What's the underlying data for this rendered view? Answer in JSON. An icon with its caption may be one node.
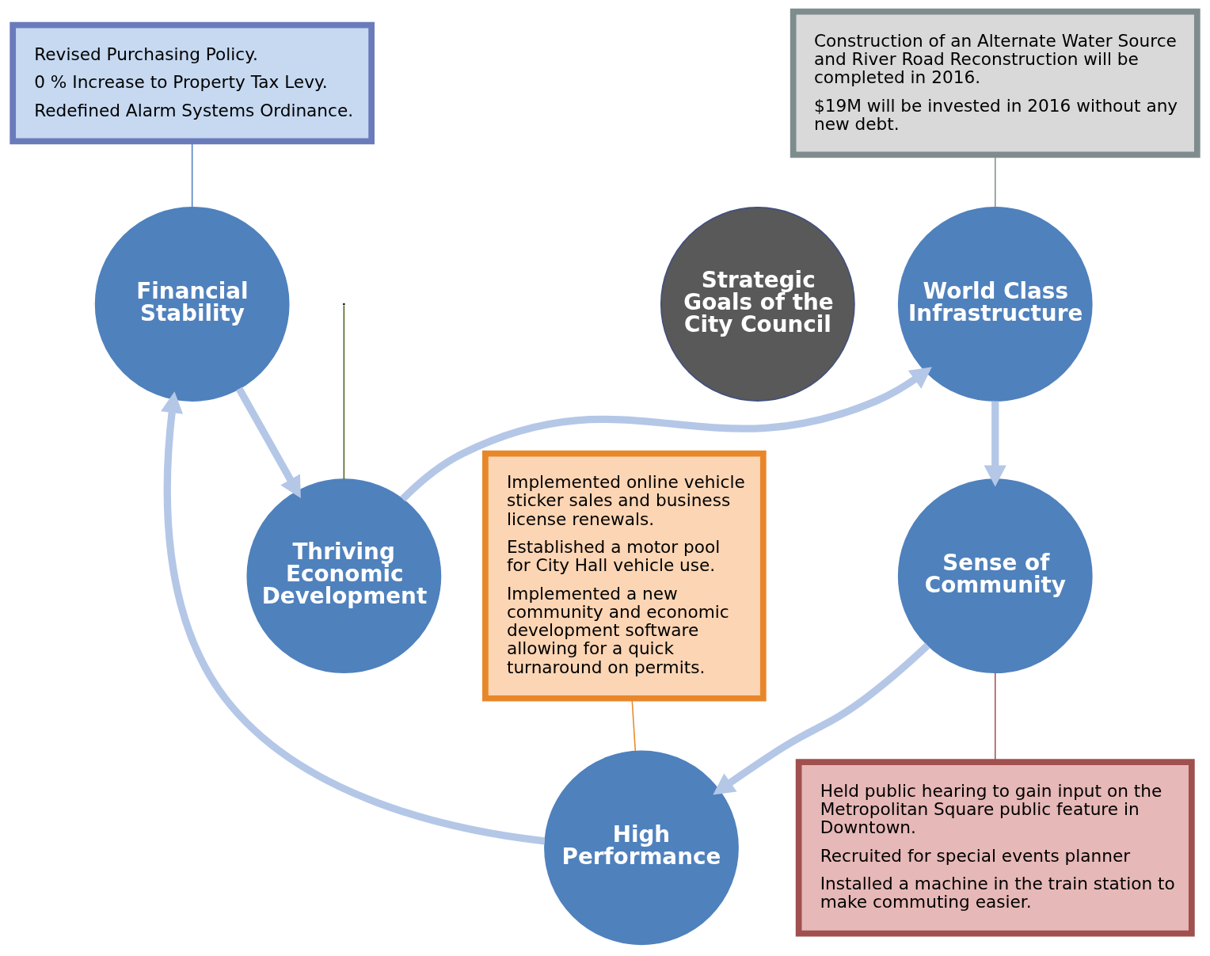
{
  "diagram": {
    "nodes": [
      {
        "text": [
          "Revised Purchasing Policy.",
          "0 % Increase to Property Tax Levy.",
          "Redefined Alarm Systems Ordinance."
        ]
      },
      {
        "text": [
          "Thriving Economic Development"
        ]
      },
      {
        "text": [
          "Construction of an Alternate Water Source and River Road Reconstruction will be completed in 2016.",
          "$19M will be invested in 2016 without any new debt."
        ]
      },
      {
        "text": [
          "Financial Stability"
        ]
      },
      {
        "text": [
          "Strategic Goals of the City Council"
        ]
      },
      {
        "text": [
          "World Class Infrastructure"
        ]
      },
      {
        "text": [
          "Implemented online vehicle sticker sales and business license renewals.",
          "Established a motor pool for City Hall vehicle use.",
          "Implemented a new community and economic development software allowing for a quick turnaround on permits."
        ]
      },
      {
        "text": [
          "High Performance"
        ]
      },
      {
        "text": [
          "Sense of Community"
        ]
      },
      {
        "text": [
          "Held public hearing to gain input on the Metropolitan Square public feature in Downtown.",
          "Recruited for special events planner",
          "Installed a machine in the train station to make commuting easier."
        ]
      }
    ],
    "edges": [
      {
        "from": null,
        "to": 1,
        "arrow": "none",
        "color": "#4f6228"
      },
      {
        "from": 0,
        "to": 3,
        "arrow": "none",
        "color": "#4f81bd"
      },
      {
        "from": 2,
        "to": 5,
        "arrow": "none",
        "color": "#7f8c8d"
      },
      {
        "from": 6,
        "to": 7,
        "arrow": "none",
        "color": "#e8872a"
      },
      {
        "from": 8,
        "to": 9,
        "arrow": "none",
        "color": "#a0504f"
      },
      {
        "from": 3,
        "to": 1,
        "arrow": "to",
        "style": "thick"
      },
      {
        "from": 1,
        "to": 5,
        "arrow": "to",
        "style": "thick"
      },
      {
        "from": 5,
        "to": 8,
        "arrow": "to",
        "style": "thick"
      },
      {
        "from": 8,
        "to": 7,
        "arrow": "to",
        "style": "thick"
      },
      {
        "from": 7,
        "to": 3,
        "arrow": "to",
        "style": "thick"
      }
    ]
  }
}
